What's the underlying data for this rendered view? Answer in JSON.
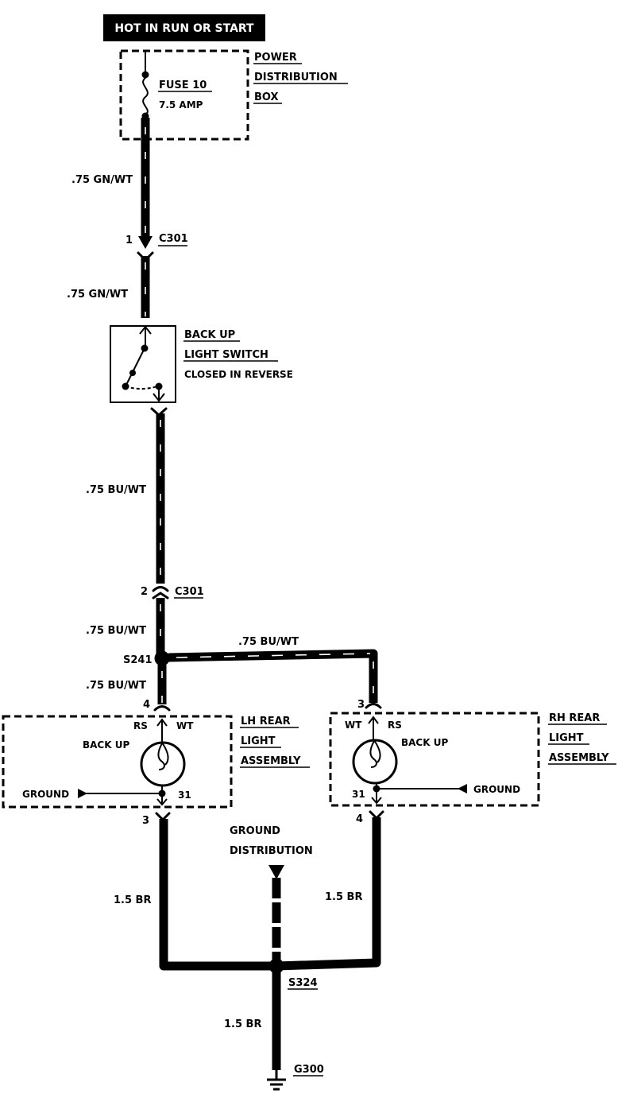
{
  "header": {
    "hot_label": "HOT IN RUN OR START"
  },
  "fuse_box": {
    "title_lines": [
      "POWER",
      "DISTRIBUTION",
      "BOX"
    ],
    "fuse_name": "FUSE 10",
    "fuse_rating": "7.5 AMP"
  },
  "wires": {
    "w1": ".75 GN/WT",
    "w2": ".75 GN/WT",
    "w3": ".75 BU/WT",
    "w4": ".75 BU/WT",
    "w5": ".75 BU/WT",
    "w6": ".75 BU/WT",
    "w7": "1.5 BR",
    "w8": "1.5 BR",
    "w9": "1.5 BR"
  },
  "connectors": {
    "c301_top_pin": "1",
    "c301_top_name": "C301",
    "c301_bot_pin": "2",
    "c301_bot_name": "C301"
  },
  "switch": {
    "name_lines": [
      "BACK UP",
      "LIGHT SWITCH"
    ],
    "note": "CLOSED IN REVERSE"
  },
  "splices": {
    "s241": "S241",
    "s324": "S324"
  },
  "lh_lamp": {
    "pin_top": "4",
    "pin_bottom": "3",
    "rs": "RS",
    "wt": "WT",
    "bulb": "BACK  UP",
    "ground": "GROUND",
    "pin31": "31",
    "name_lines": [
      "LH REAR",
      "LIGHT",
      "ASSEMBLY"
    ]
  },
  "rh_lamp": {
    "pin_top": "3",
    "pin_bottom": "4",
    "rs": "RS",
    "wt": "WT",
    "bulb": "BACK  UP",
    "ground": "GROUND",
    "pin31": "31",
    "name_lines": [
      "RH REAR",
      "LIGHT",
      "ASSEMBLY"
    ]
  },
  "ground": {
    "distribution_lines": [
      "GROUND",
      "DISTRIBUTION"
    ],
    "g300": "G300"
  }
}
